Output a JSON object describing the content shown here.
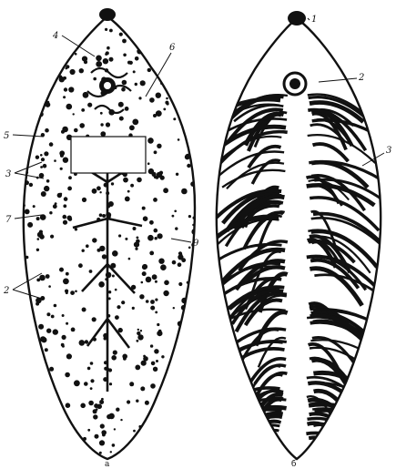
{
  "figure": {
    "left_panel": {
      "caption": "a",
      "labels": [
        {
          "id": "4",
          "text": "4"
        },
        {
          "id": "6",
          "text": "6"
        },
        {
          "id": "5",
          "text": "5"
        },
        {
          "id": "3",
          "text": "3"
        },
        {
          "id": "7",
          "text": "7"
        },
        {
          "id": "9",
          "text": "9"
        },
        {
          "id": "2",
          "text": "2"
        }
      ]
    },
    "right_panel": {
      "caption": "б",
      "labels": [
        {
          "id": "1",
          "text": "1"
        },
        {
          "id": "2",
          "text": "2"
        },
        {
          "id": "3",
          "text": "3"
        }
      ]
    }
  },
  "colors": {
    "ink": "#111111",
    "paper": "#ffffff"
  }
}
